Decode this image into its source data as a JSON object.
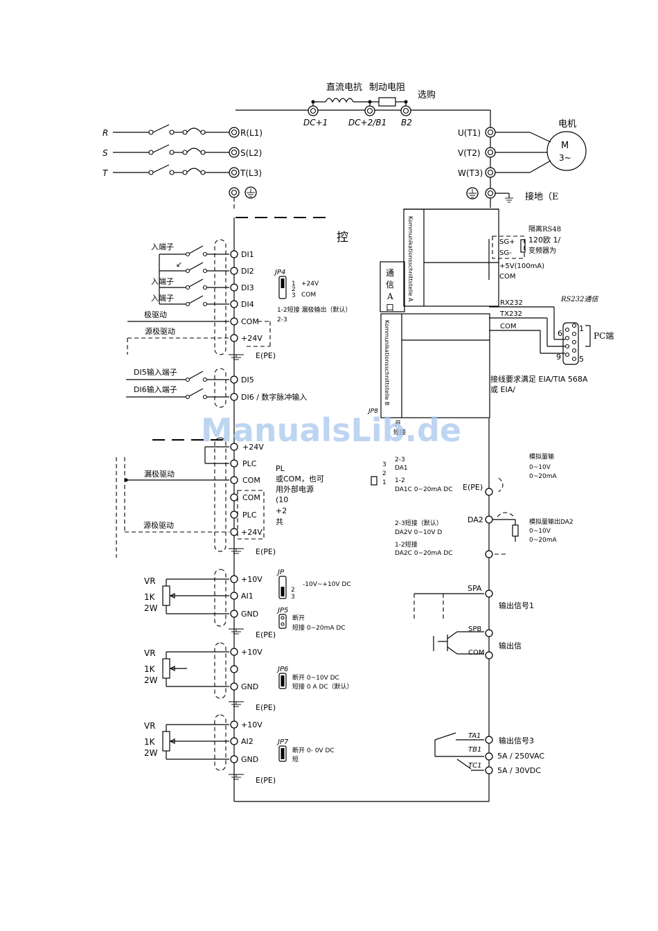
{
  "top": {
    "dc_reactor": "直流电抗",
    "brake_resistor": "制动电阻",
    "optional": "选购",
    "dc_plus1": "DC+1",
    "dc_plus2_b1": "DC+2/B1",
    "b2": "B2"
  },
  "power_in": [
    {
      "phase": "R",
      "terminal": "R(L1)"
    },
    {
      "phase": "S",
      "terminal": "S(L2)"
    },
    {
      "phase": "T",
      "terminal": "T(L3)"
    }
  ],
  "motor": {
    "title": "电机",
    "symbol_m": "M",
    "symbol_3": "3~",
    "terminals": [
      "U(T1)",
      "V(T2)",
      "W(T3)"
    ],
    "ground": "接地（E"
  },
  "control_title": "控",
  "inputs": {
    "di_labels": [
      "入端子",
      "入端子",
      "入端子"
    ],
    "sink_drive": "极驱动",
    "source_drive": "源极驱动",
    "terminals": [
      "DI1",
      "DI2",
      "DI3",
      "DI4",
      "COM",
      "+24V",
      "E(PE)"
    ],
    "jp4": "JP4",
    "jp4_pins": [
      "+24V",
      "COM"
    ],
    "jp4_note1": "1-2短接  漏极输出（默认）",
    "jp4_note2": "2-3",
    "di5_label": "DI5输入端子",
    "di6_label": "DI6输入端子",
    "di5": "DI5",
    "di6": "DI6 / 数字脉冲输入"
  },
  "plc_block": {
    "terminals": [
      "+24V",
      "PLC",
      "COM",
      "COM",
      "PLC",
      "+24V",
      "E(PE)"
    ],
    "sink_drive": "漏极驱动",
    "source_drive": "源极驱动",
    "note": [
      "PL",
      "或COM，也可",
      "用外部电源",
      "(10",
      "+2",
      "共"
    ]
  },
  "analog": [
    {
      "vr": "VR",
      "r": "1K",
      "w": "2W",
      "terminals": [
        "+10V",
        "AI1",
        "GND",
        "E(PE)"
      ],
      "jp": "JP",
      "jp_note": "-10V~+10V  DC",
      "jp5": "JP5",
      "jp5_open": "断开",
      "jp5_short": "短接 0~20mA  DC"
    },
    {
      "vr": "VR",
      "r": "1K",
      "w": "2W",
      "terminals": [
        "+10V",
        "GND",
        "E(PE)"
      ],
      "jp": "JP6",
      "jp_open": "断开 0~10V   DC",
      "jp_short": "短接 0        A   DC（默认）"
    },
    {
      "vr": "VR",
      "r": "1K",
      "w": "2W",
      "terminals": [
        "+10V",
        "AI2",
        "GND",
        "E(PE)"
      ],
      "jp": "JP7",
      "jp_open": "断开 0-     0V   DC",
      "jp_short": "短"
    }
  ],
  "comm": {
    "panel_a": "Kommunikationsschnittstelle A",
    "panel_b": "Kommunikationsschnittstelle B",
    "rs485_title": "隔离RS48",
    "rs485_res": "120欧 1/",
    "rs485_note": "变频器为",
    "sg_plus": "SG+",
    "sg_minus": "SG-",
    "v5": "+5V(100mA)",
    "com": "COM",
    "rs232_title": "RS232通信",
    "rx": "RX232",
    "tx": "TX232",
    "com2": "COM",
    "pc": "PC端",
    "db9": [
      "6",
      "9",
      "1",
      "5"
    ],
    "comm_vert": [
      "通",
      "信",
      "A",
      "口"
    ],
    "cable_note1": "接线要求满足  EIA/TIA 568A",
    "cable_note2": "或  EIA/",
    "jp8": "JP8",
    "jp8_note": [
      "开",
      "短接"
    ]
  },
  "outputs": {
    "da1_head": "模拟量输",
    "da1_range": [
      "0~10V",
      "0~20mA"
    ],
    "da1_pins": [
      "3",
      "2",
      "1"
    ],
    "da1_note": [
      "2-3",
      "DA1",
      "1-2",
      "DA1C  0~20mA  DC"
    ],
    "epe": "E(PE)",
    "da2": "DA2",
    "da2_head": "模拟量输出DA2",
    "da2_range": [
      "0~10V",
      "0~20mA"
    ],
    "da2_note": [
      "2-3短接（默认）",
      "DA2V  0~10V  D",
      "1-2短接",
      "DA2C  0~20mA  DC"
    ],
    "spa": "SPA",
    "spb": "SPB",
    "com": "COM",
    "out1": "输出信号1",
    "out2": "输出信",
    "ta1": "TA1",
    "tb1": "TB1",
    "tc1": "TC1",
    "out3": "输出信号3",
    "rating1": "5A / 250VAC",
    "rating2": "5A / 30VDC"
  },
  "watermark": "ManualsLib.de"
}
